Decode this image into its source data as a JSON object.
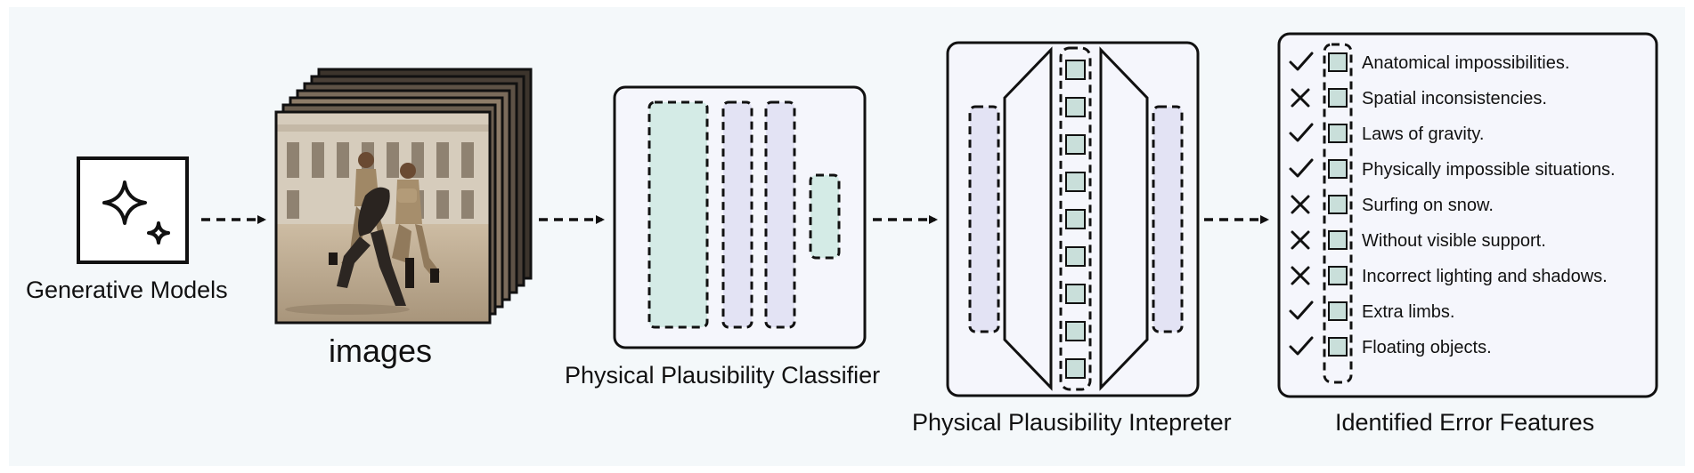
{
  "labels": {
    "generative_models": "Generative Models",
    "images": "images",
    "classifier": "Physical Plausibility Classifier",
    "interpreter": "Physical Plausibility Intepreter",
    "features_title": "Identified Error Features"
  },
  "features": [
    {
      "text": "Anatomical impossibilities.",
      "mark": "check"
    },
    {
      "text": "Spatial inconsistencies.",
      "mark": "cross"
    },
    {
      "text": "Laws of gravity.",
      "mark": "check"
    },
    {
      "text": "Physically impossible situations.",
      "mark": "check"
    },
    {
      "text": "Surfing on snow.",
      "mark": "cross"
    },
    {
      "text": "Without visible support.",
      "mark": "cross"
    },
    {
      "text": "Incorrect lighting and shadows.",
      "mark": "cross"
    },
    {
      "text": "Extra limbs.",
      "mark": "check"
    },
    {
      "text": "Floating objects.",
      "mark": "check"
    }
  ],
  "colors": {
    "background": "#f4f8fa",
    "panel": "#f5f6fc",
    "teal_block": "#d4ebe6",
    "lavender_block": "#e3e3f4",
    "neuron": "#c9dfda",
    "stroke": "#111111"
  },
  "icons": {
    "generative": "sparkle-icon",
    "check": "check-icon",
    "cross": "cross-icon"
  }
}
